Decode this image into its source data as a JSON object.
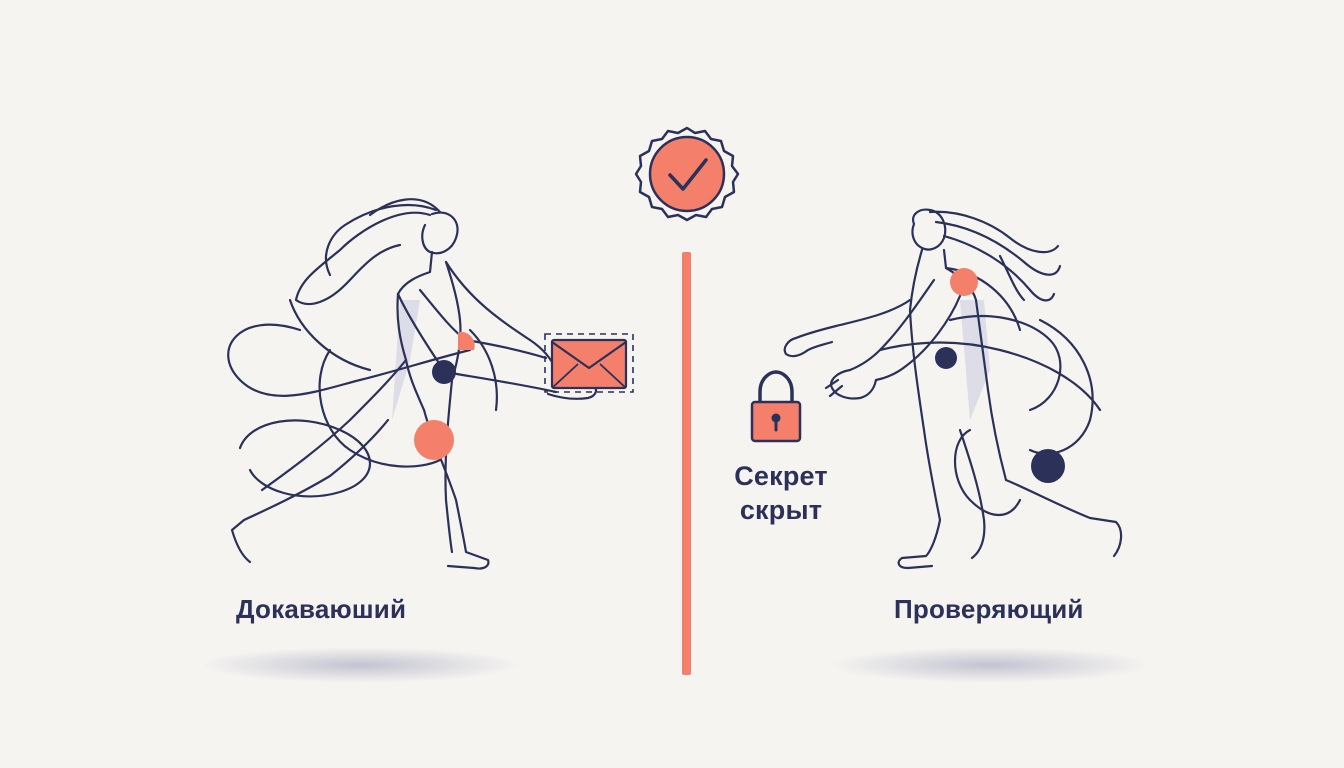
{
  "labels": {
    "prover": "Докаваюший",
    "verifier": "Проверяющий",
    "secret_line1": "Секрет",
    "secret_line2": "скрыт"
  },
  "icons": {
    "seal": "checkmark-seal-icon",
    "envelope": "envelope-icon",
    "lock": "padlock-icon"
  },
  "colors": {
    "background": "#f6f4f1",
    "ink": "#2b3158",
    "accent": "#f47f6b",
    "shadow": "#c9cad6"
  }
}
